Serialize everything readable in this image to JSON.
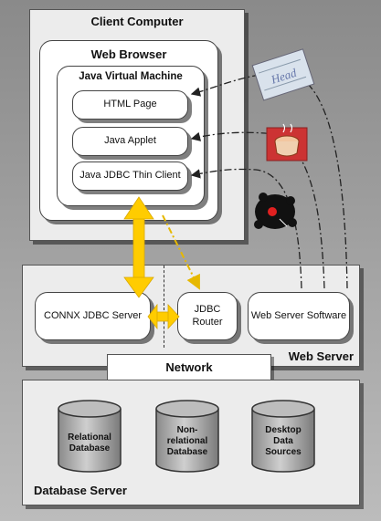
{
  "client": {
    "title": "Client Computer",
    "browser_title": "Web Browser",
    "jvm_title": "Java Virtual Machine",
    "items": [
      "HTML Page",
      "Java Applet",
      "Java JDBC Thin Client"
    ]
  },
  "web_server": {
    "title": "Web Server",
    "connx": "CONNX JDBC Server",
    "router_line1": "JDBC",
    "router_line2": "Router",
    "software": "Web Server Software"
  },
  "network": {
    "label": "Network"
  },
  "database_server": {
    "title": "Database Server",
    "sources": [
      {
        "line1": "Relational",
        "line2": "Database"
      },
      {
        "line1": "Non-",
        "line2": "relational",
        "line3": "Database"
      },
      {
        "line1": "Desktop",
        "line2": "Data",
        "line3": "Sources"
      }
    ]
  },
  "icons": {
    "head_text": "Head",
    "colors": {
      "highlight": "#ffcc00",
      "icon_red": "#cc3333",
      "arrow_dash": "#333333"
    }
  }
}
